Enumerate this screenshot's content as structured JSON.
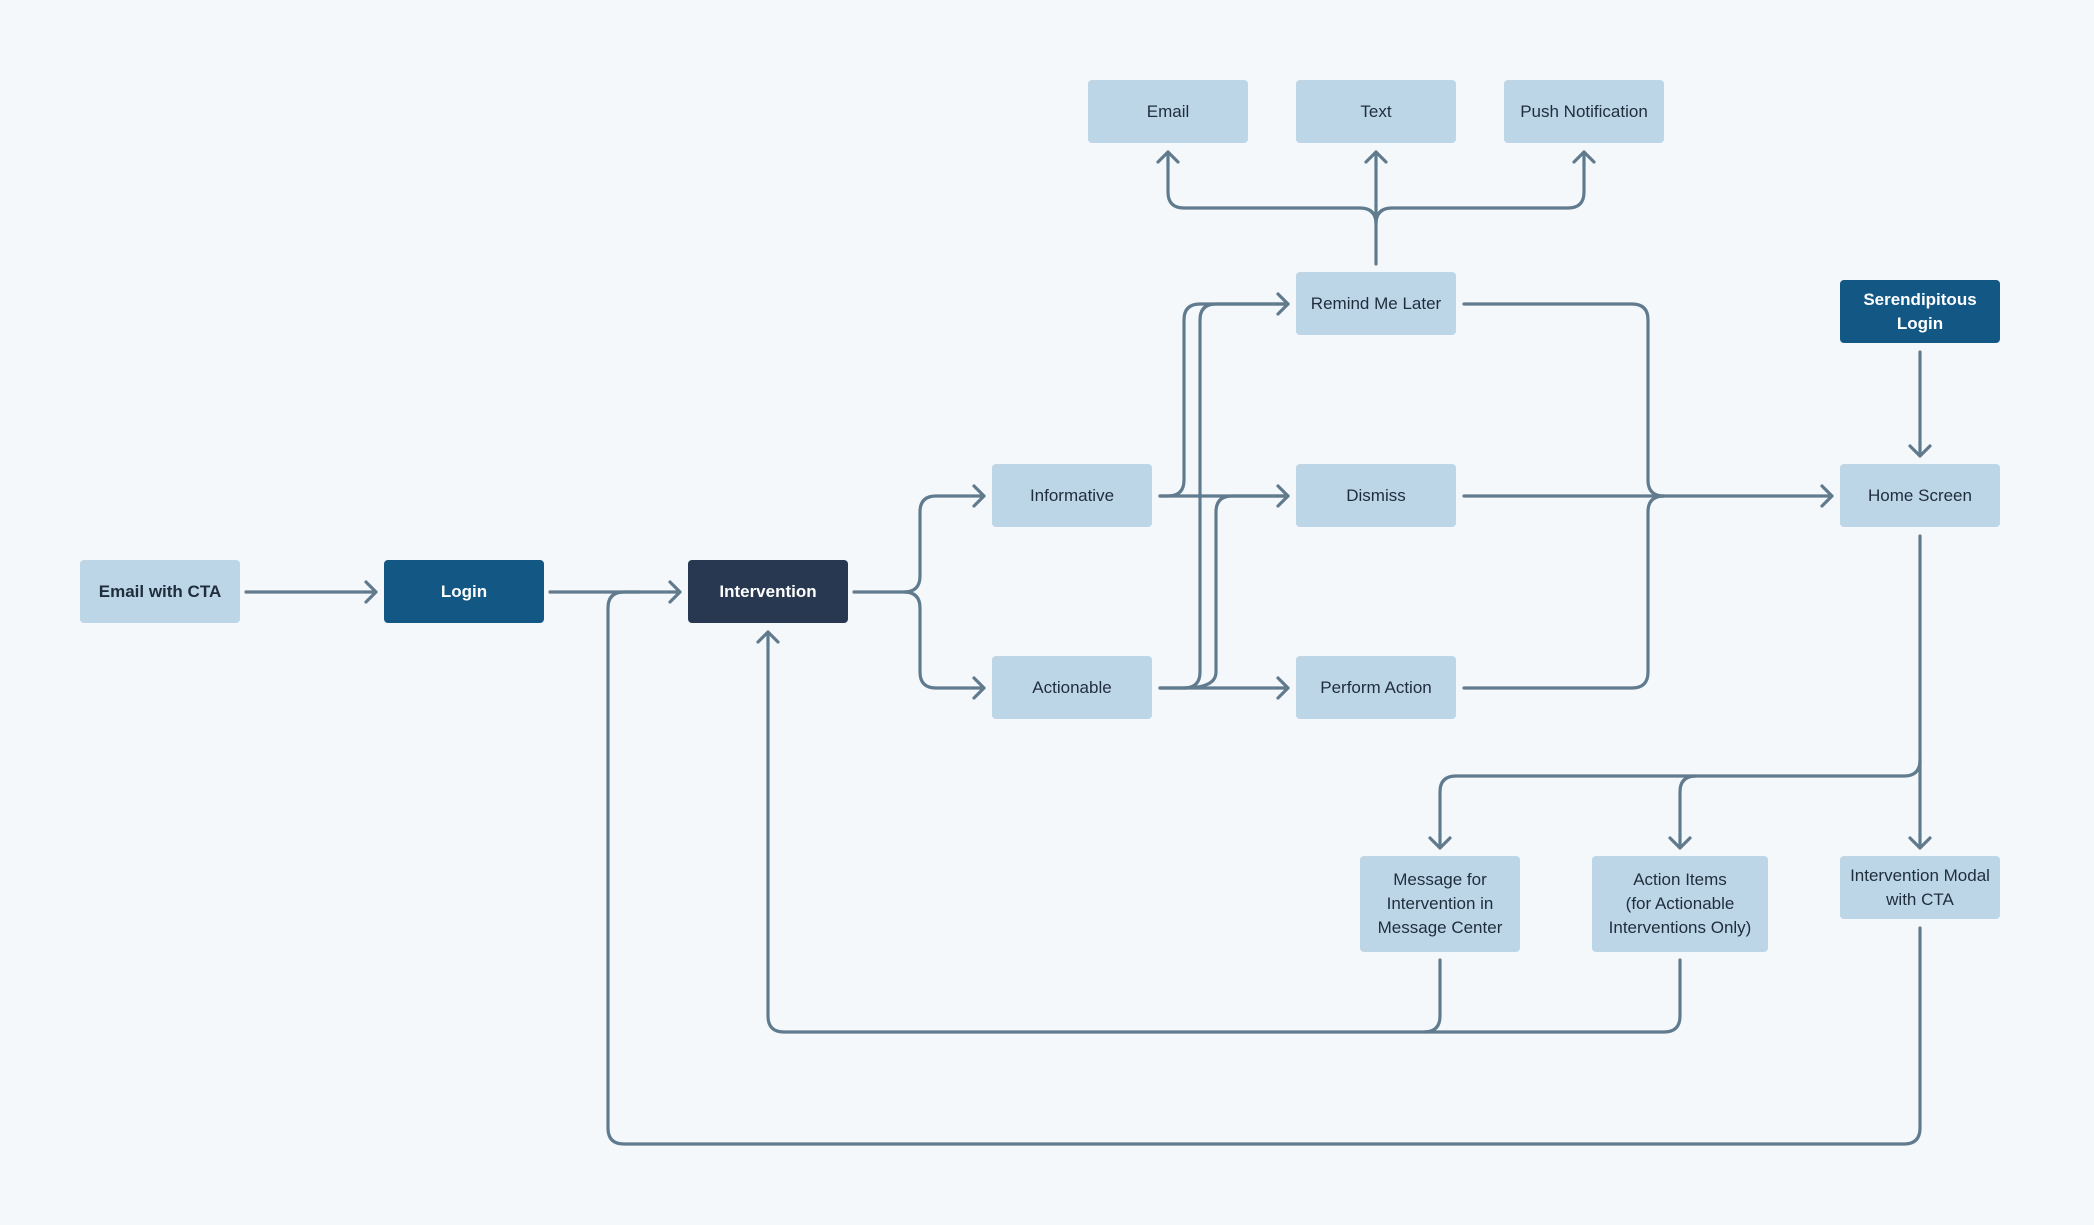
{
  "colors": {
    "background": "#f5f8fb",
    "node_light": "#bcd6e8",
    "node_brand": "#135785",
    "node_dark": "#283850",
    "edge": "#607a8e"
  },
  "nodes": {
    "email_cta": "Email with CTA",
    "login": "Login",
    "intervention": "Intervention",
    "informative": "Informative",
    "actionable": "Actionable",
    "remind_later": "Remind Me Later",
    "dismiss": "Dismiss",
    "perform_action": "Perform Action",
    "email": "Email",
    "text": "Text",
    "push_notification": "Push Notification",
    "serendipitous_login": "Serendipitous\nLogin",
    "home_screen": "Home Screen",
    "message_center": "Message for\nIntervention in\nMessage Center",
    "action_items": "Action Items\n(for Actionable\nInterventions Only)",
    "intervention_modal": "Intervention Modal\nwith CTA"
  }
}
